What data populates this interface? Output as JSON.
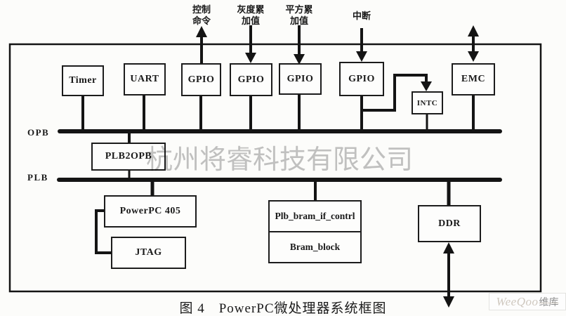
{
  "diagram": {
    "top_labels": {
      "control": {
        "line1": "控制",
        "line2": "命令"
      },
      "gray_sum": {
        "line1": "灰度累",
        "line2": "加值"
      },
      "square_sum": {
        "line1": "平方累",
        "line2": "加值"
      },
      "interrupt": {
        "label": "中断"
      }
    },
    "bus_labels": {
      "opb": "OPB",
      "plb": "PLB"
    },
    "boxes": {
      "timer": {
        "label": "Timer"
      },
      "uart": {
        "label": "UART"
      },
      "gpio1": {
        "label": "GPIO"
      },
      "gpio2": {
        "label": "GPIO"
      },
      "gpio3": {
        "label": "GPIO"
      },
      "gpio4": {
        "label": "GPIO"
      },
      "intc": {
        "label": "INTC"
      },
      "emc": {
        "label": "EMC"
      },
      "plb2opb": {
        "label": "PLB2OPB"
      },
      "powerpc": {
        "label": "PowerPC 405"
      },
      "jtag": {
        "label": "JTAG"
      },
      "plb_bram": {
        "label": "Plb_bram_if_contrl"
      },
      "bram_block": {
        "label": "Bram_block"
      },
      "ddr": {
        "label": "DDR"
      }
    },
    "caption": "图 4　PowerPC微处理器系统框图",
    "watermark": "杭州将睿科技有限公司",
    "badge": {
      "brand": "WeeQoo",
      "suffix": "维库"
    },
    "colors": {
      "line": "#141414",
      "watermark": "#c3c3c3",
      "background": "#fcfcfa"
    }
  }
}
